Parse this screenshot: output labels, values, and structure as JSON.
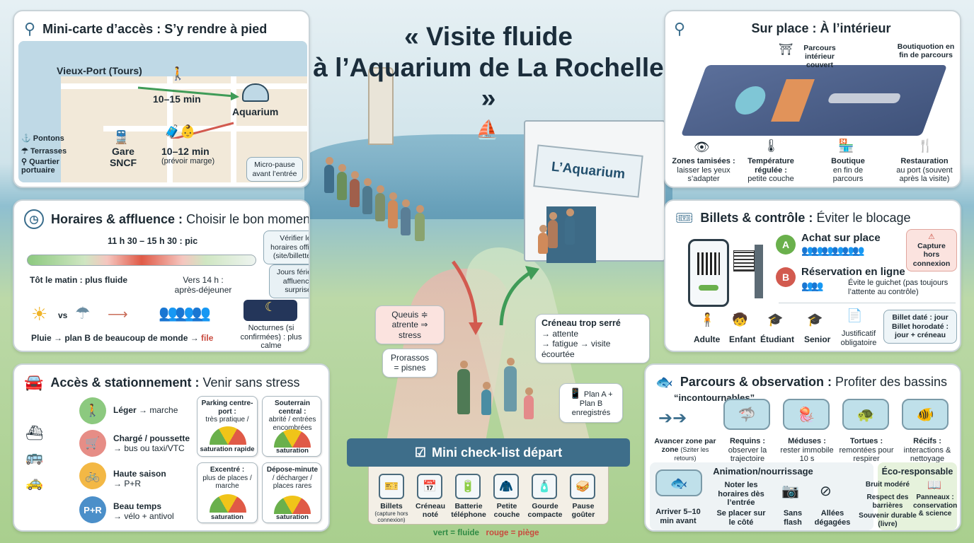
{
  "title": {
    "line1": "« Visite fluide",
    "line2": "à l’Aquarium de La Rochelle »"
  },
  "scene": {
    "building_sign": "L’Aquarium",
    "callout_queue": "Queuis ≑ atrente ⇒ stress",
    "callout_creneau_title": "Créneau trop serré",
    "callout_creneau_l1": "→ attente",
    "callout_creneau_l2": "→ fatigue → visite écourtée",
    "callout_prorassos": "Prorassos = pisnes",
    "callout_plan": "Plan A + Plan B enregistrés",
    "legend_green": "vert = fluide",
    "legend_red": "rouge = piège"
  },
  "map_panel": {
    "title": "Mini-carte d’accès : S’y rendre à pied",
    "vieux_port": "Vieux-Port (Tours)",
    "time_port": "10–15 min",
    "aquarium": "Aquarium",
    "gare": "Gare SNCF",
    "time_gare": "10–12 min",
    "marge": "(prévoir marge)",
    "legend": [
      "Pontons",
      "Terrasses",
      "Quartier portuaire"
    ],
    "micro_pause": "Micro-pause avant l’entrée"
  },
  "hours_panel": {
    "title_bold": "Horaires & affluence :",
    "title_rest": "Choisir le bon moment",
    "peak": "11 h 30 – 15 h 30 : pic",
    "early": "Tôt le matin : plus fluide",
    "late": "Vers 14 h : après-déjeuner",
    "check": "Vérifier les horaires officiels (site/billetterie)",
    "holidays": "Jours fériés : affluence surprise",
    "rain_prefix": "Pluie → plan B de beaucoup de monde →",
    "rain_file": "file",
    "vs": "vs",
    "nocturnes": "Nocturnes (si confirmées) : plus calme"
  },
  "access_panel": {
    "title_bold": "Accès & stationnement :",
    "title_rest": "Venir sans stress",
    "options": [
      {
        "label": "Léger",
        "value": "→ marche"
      },
      {
        "label": "Chargé / poussette",
        "value": "→ bus ou taxi/VTC"
      },
      {
        "label": "Haute saison",
        "value": "→ P+R"
      },
      {
        "label": "Beau temps",
        "value": "→ vélo + antivol"
      }
    ],
    "pr_badge": "P+R",
    "parkings": [
      {
        "name": "Parking centre-port :",
        "desc": "très pratique /",
        "status": "saturation rapide"
      },
      {
        "name": "Souterrain central :",
        "desc": "abrité / entrées encombrées",
        "status": "saturation"
      },
      {
        "name": "Excentré :",
        "desc": "plus de places / marche",
        "status": "saturation"
      },
      {
        "name": "Dépose-minute",
        "desc": "/ décharger / places rares",
        "status": "saturation"
      }
    ]
  },
  "inside_panel": {
    "title": "Sur place : À l’intérieur",
    "parcours": "Parcours intérieur couvert",
    "boutique_fin": "Boutiquotion en fin de parcours",
    "items": [
      {
        "title": "Zones tamisées :",
        "desc": "laisser les yeux s’adapter"
      },
      {
        "title": "Température régulée :",
        "desc": "petite couche"
      },
      {
        "title": "Boutique",
        "desc": "en fin de parcours"
      },
      {
        "title": "Restauration",
        "desc": "au port (souvent après la visite)"
      }
    ]
  },
  "tickets_panel": {
    "title_bold": "Billets & contrôle :",
    "title_rest": "Éviter le blocage",
    "a_badge": "A",
    "b_badge": "B",
    "a_label": "Achat sur place",
    "b_label": "Réservation en ligne",
    "b_desc": "Évite le guichet (pas toujours l’attente au contrôle)",
    "capture": "Capture hors connexion",
    "categories": [
      "Adulte",
      "Enfant",
      "Étudiant",
      "Senior"
    ],
    "justif": "Justificatif obligatoire",
    "billet_date": "Billet daté : jour",
    "billet_horo": "Billet horodaté : jour + créneau"
  },
  "observe_panel": {
    "title_bold": "Parcours & observation :",
    "title_rest": "Profiter des bassins",
    "incontournables": "“incontournables”",
    "avancer": "Avancer zone par zone",
    "avancer_small": "(Sziter les retours)",
    "tanks": [
      {
        "title": "Requins :",
        "desc": "observer la trajectoire"
      },
      {
        "title": "Méduses :",
        "desc": "rester immobile 10 s"
      },
      {
        "title": "Tortues :",
        "desc": "remontées pour respirer"
      },
      {
        "title": "Récifs :",
        "desc": "interactions & nettoyage"
      }
    ],
    "anim_title": "Animation/nourrissage",
    "anim_items": [
      "Arriver 5–10 min avant",
      "Noter les horaires dès l’entrée",
      "Se placer sur le côté",
      "Sans flash",
      "Allées dégagées"
    ],
    "eco_title": "Éco-responsable",
    "eco_items": [
      "Bruit modéré",
      "Respect des barrières",
      "Souvenir durable (livre)",
      "Panneaux : conservation & science"
    ]
  },
  "checklist": {
    "title": "Mini check-list départ",
    "items": [
      {
        "label": "Billets",
        "small": "(capture hors connexion)"
      },
      {
        "label": "Créneau noté",
        "small": ""
      },
      {
        "label": "Batterie téléphone",
        "small": ""
      },
      {
        "label": "Petite couche",
        "small": ""
      },
      {
        "label": "Gourde compacte",
        "small": ""
      },
      {
        "label": "Pause goûter",
        "small": ""
      }
    ]
  }
}
